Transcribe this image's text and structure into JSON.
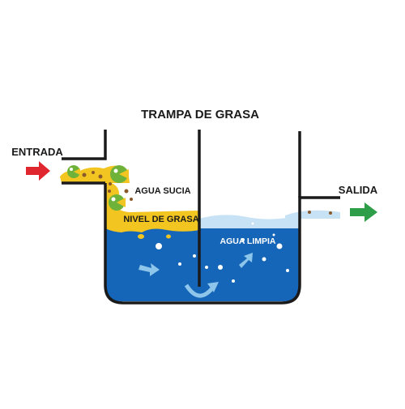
{
  "diagram": {
    "title": "TRAMPA DE GRASA",
    "labels": {
      "inlet": "ENTRADA",
      "outlet": "SALIDA",
      "dirty_water": "AGUA SUCIA",
      "grease_level": "NIVEL DE GRASA",
      "clean_water": "AGUA LIMPIA"
    },
    "colors": {
      "outline": "#1a1a1a",
      "water": "#1565b8",
      "water_light": "#c7e2f5",
      "grease": "#f3c521",
      "inlet_arrow": "#e0262e",
      "outlet_arrow": "#2e9e48",
      "flow_arrow": "#8ec5ea",
      "bubble": "#ffffff",
      "blob": "#6fb23a"
    }
  }
}
